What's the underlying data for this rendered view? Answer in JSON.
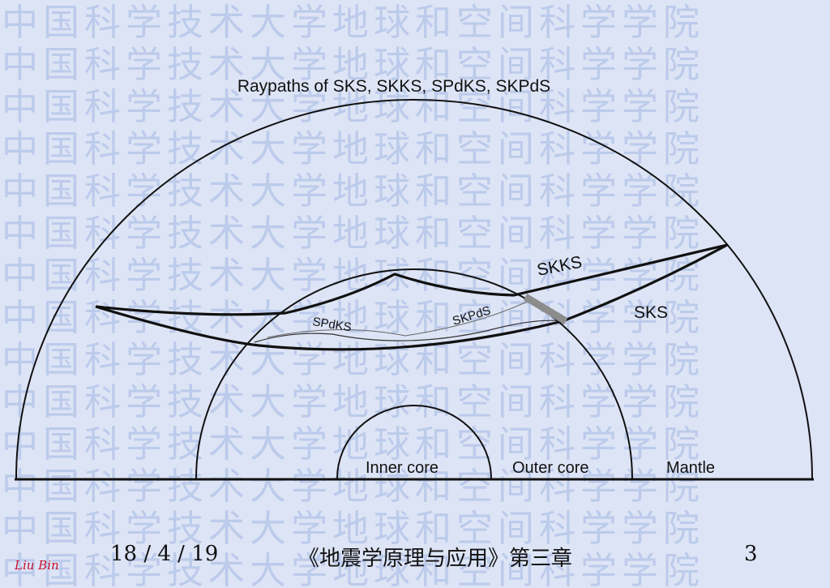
{
  "watermark": {
    "text": "中国科学技术大学地球和空间科学学院"
  },
  "diagram": {
    "title": "Raypaths of SKS, SKKS, SPdKS, SKPdS",
    "labels": {
      "skks": "SKKS",
      "sks": "SKS",
      "spdks": "SPdKS",
      "skpds": "SKPdS",
      "inner_core": "Inner core",
      "outer_core": "Outer core",
      "mantle": "Mantle"
    }
  },
  "footer": {
    "date": "18 / 4 / 19",
    "title": "《地震学原理与应用》第三章",
    "page": "3",
    "author": "Liu Bin"
  },
  "colors": {
    "background": "#dde4f5",
    "watermark": "#bccbeb",
    "line": "#111111",
    "author": "#c8102e"
  }
}
